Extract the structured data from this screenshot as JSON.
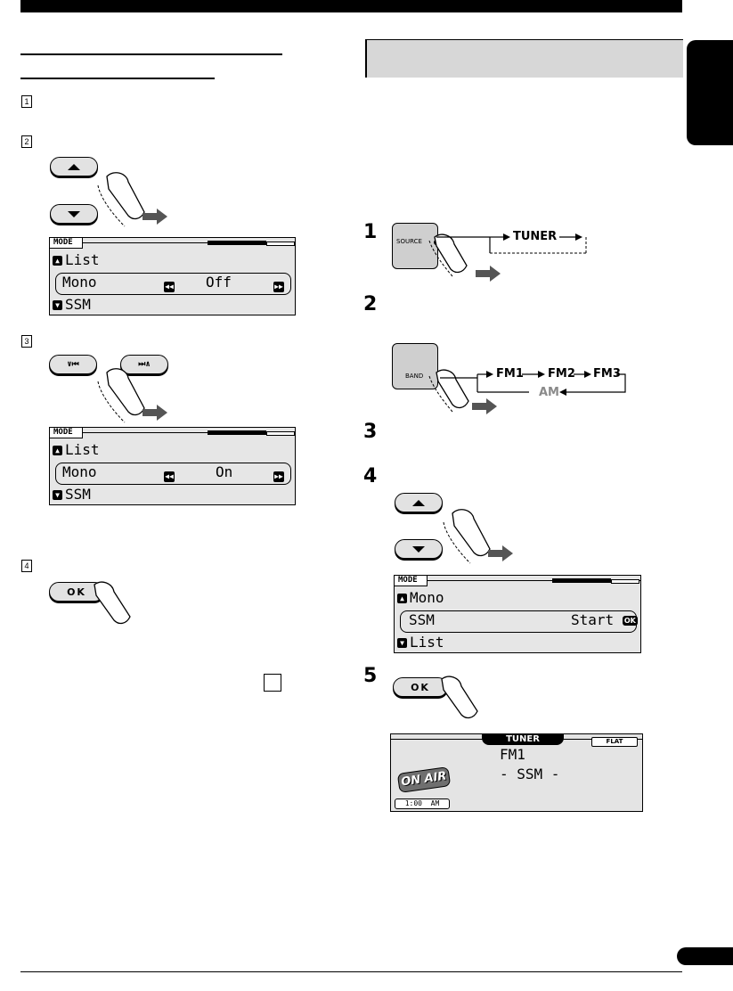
{
  "left_steps": [
    "1",
    "2",
    "3",
    "4"
  ],
  "buttons": {
    "ok": "OK",
    "source": "SOURCE",
    "band": "BAND",
    "prev": "∨⏮",
    "next": "⏭∧"
  },
  "lcd_off": {
    "mode": "MODE",
    "up": "List",
    "selected": "Mono",
    "value": "Off",
    "down": "SSM"
  },
  "lcd_on": {
    "mode": "MODE",
    "up": "List",
    "selected": "Mono",
    "value": "On",
    "down": "SSM"
  },
  "right_steps": [
    "1",
    "2",
    "3",
    "4",
    "5"
  ],
  "source_flow": {
    "target": "TUNER"
  },
  "band_flow": {
    "bands": [
      "FM1",
      "FM2",
      "FM3"
    ],
    "am": "AM"
  },
  "lcd_ssm": {
    "mode": "MODE",
    "up": "Mono",
    "selected": "SSM",
    "value": "Start",
    "ok_badge": "OK",
    "down": "List"
  },
  "tuner_display": {
    "tab": "TUNER",
    "eq": "FLAT",
    "onair": "ON AIR",
    "band": "FM1",
    "status": "- SSM -",
    "clock": "1:00  AM"
  },
  "icons": [
    "up-arrow-icon",
    "down-arrow-icon",
    "finger-press-icon",
    "press-arrow-icon",
    "skip-back-icon",
    "skip-forward-icon"
  ]
}
